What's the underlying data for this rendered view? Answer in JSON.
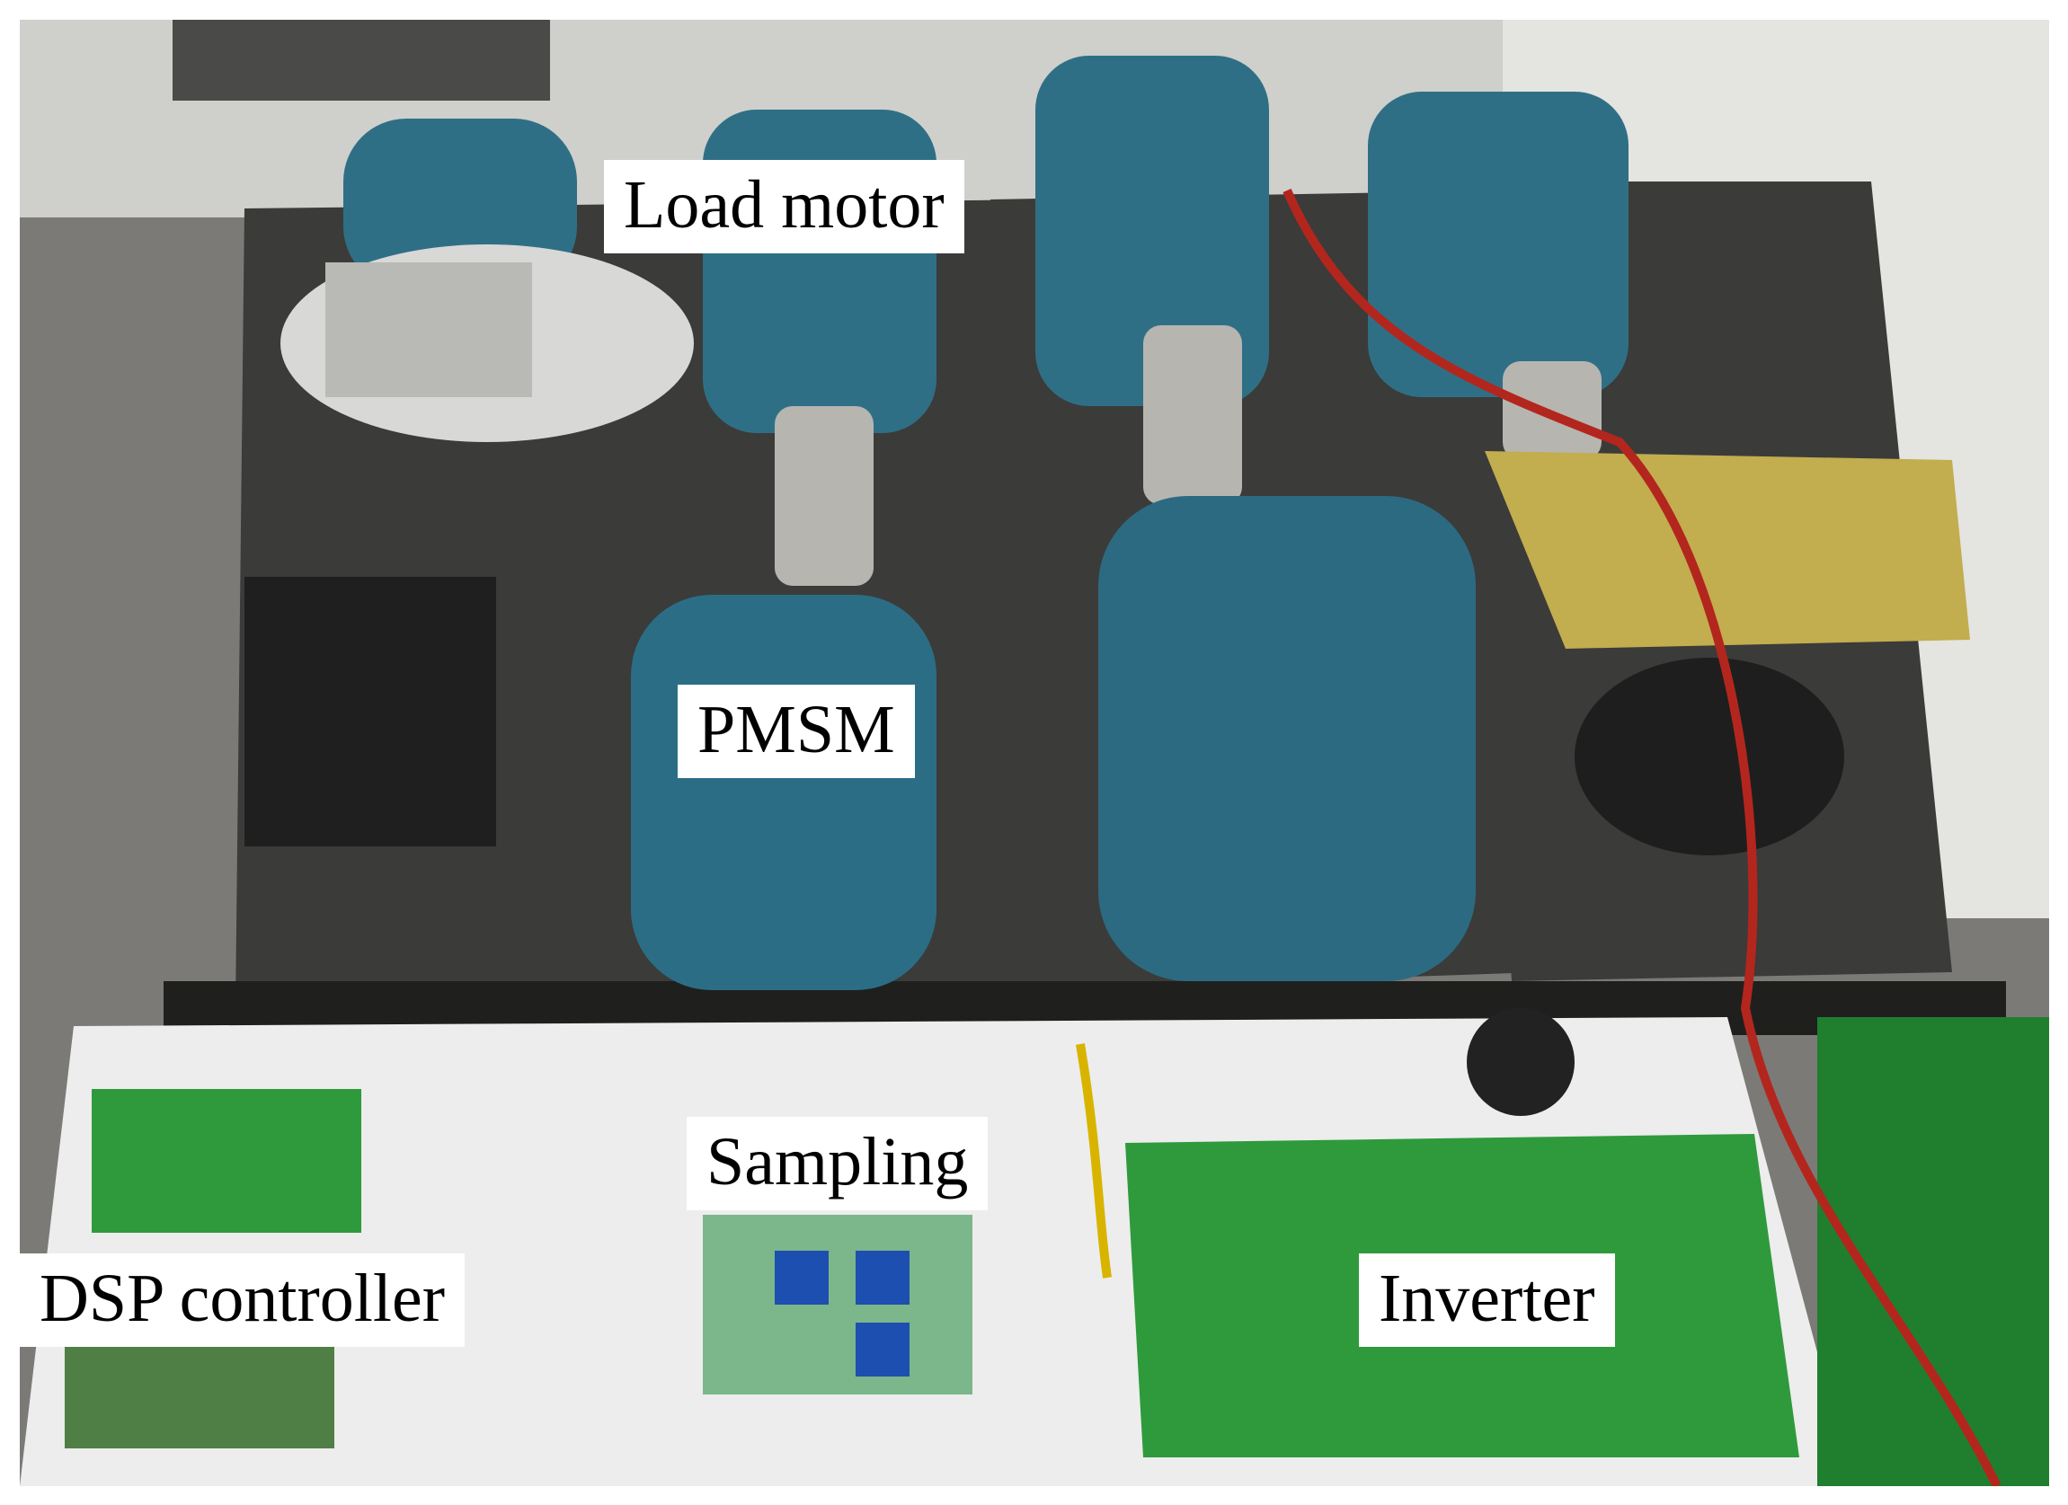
{
  "figure": {
    "labels": {
      "load_motor": "Load motor",
      "pmsm": "PMSM",
      "sampling": "Sampling",
      "dsp_controller": "DSP controller",
      "inverter": "Inverter"
    }
  },
  "colors": {
    "motor_blue": "#2f6f86",
    "pcb_green": "#2f9a3c",
    "pcb_yellow": "#c9b451",
    "bench_dark": "#3a3a38",
    "floor_gray": "#8a8884",
    "wall": "#e9e9e6"
  }
}
